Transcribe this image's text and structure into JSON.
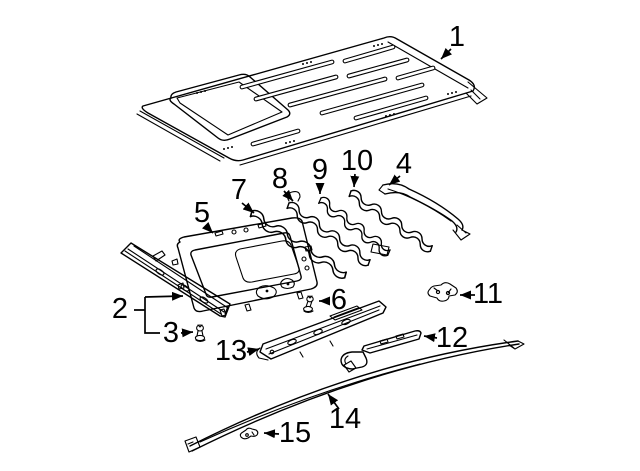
{
  "diagram": {
    "background": "#ffffff",
    "line_color": "#000000",
    "callouts": [
      {
        "label": "1"
      },
      {
        "label": "2"
      },
      {
        "label": "3"
      },
      {
        "label": "4"
      },
      {
        "label": "5"
      },
      {
        "label": "6"
      },
      {
        "label": "7"
      },
      {
        "label": "8"
      },
      {
        "label": "9"
      },
      {
        "label": "10"
      },
      {
        "label": "11"
      },
      {
        "label": "12"
      },
      {
        "label": "13"
      },
      {
        "label": "14"
      },
      {
        "label": "15"
      }
    ]
  }
}
